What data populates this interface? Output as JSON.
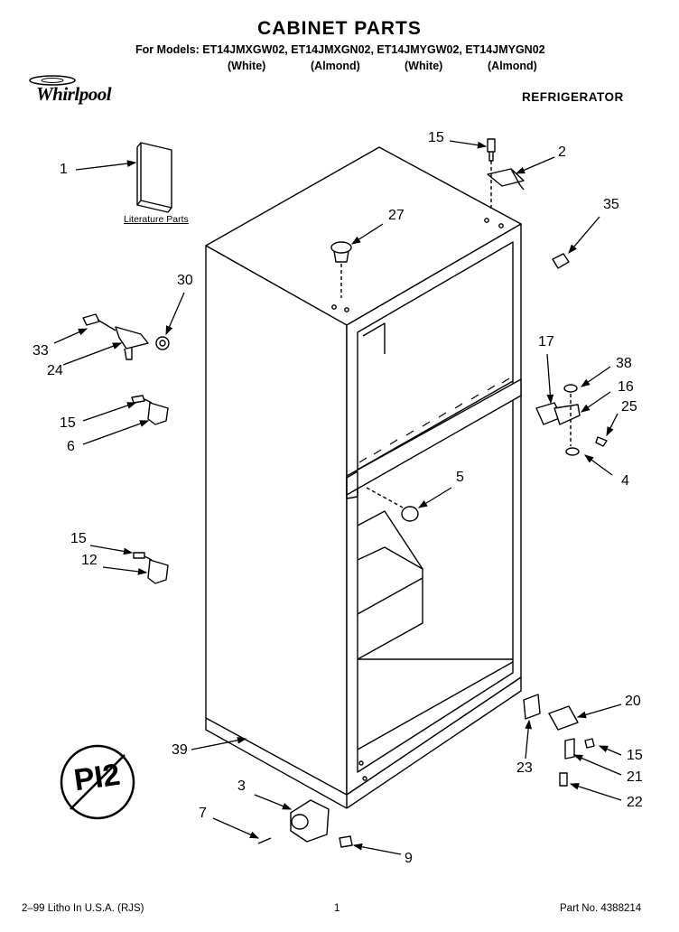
{
  "header": {
    "title": "CABINET PARTS",
    "models": "For Models: ET14JMXGW02, ET14JMXGN02, ET14JMYGW02, ET14JMYGN02",
    "colors": [
      "(White)",
      "(Almond)",
      "(White)",
      "(Almond)"
    ],
    "brand": "Whirlpool",
    "section": "REFRIGERATOR"
  },
  "literature_label": "Literature Parts",
  "callouts": [
    "1",
    "2",
    "3",
    "4",
    "5",
    "6",
    "7",
    "9",
    "12",
    "15",
    "15",
    "15",
    "15",
    "16",
    "17",
    "20",
    "21",
    "22",
    "23",
    "24",
    "25",
    "27",
    "30",
    "33",
    "35",
    "38",
    "39"
  ],
  "stamp_text": "PI2",
  "footer": {
    "left": "2–99 Litho In U.S.A. (RJS)",
    "page": "1",
    "part_no": "Part No. 4388214"
  },
  "colors_ui": {
    "ink": "#000000",
    "paper": "#ffffff"
  }
}
